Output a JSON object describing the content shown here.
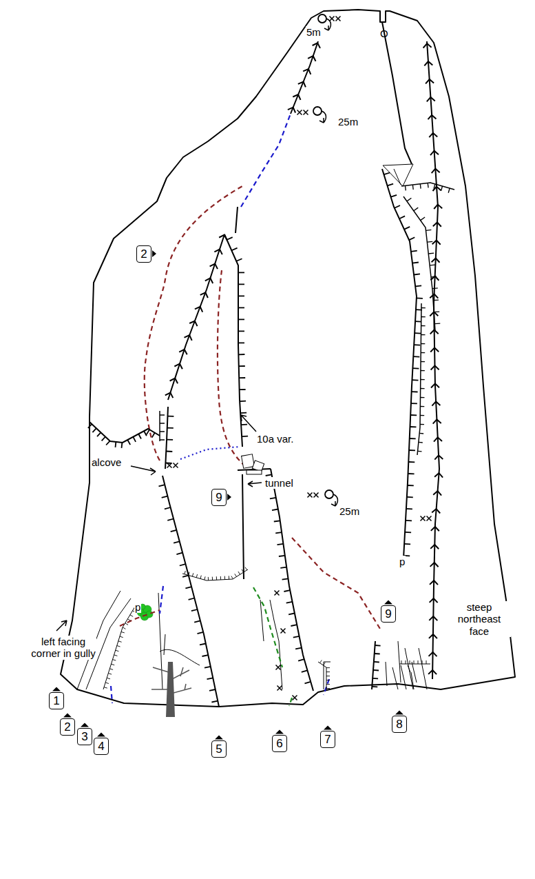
{
  "diagram": {
    "nodes": [
      {
        "text": [
          "2"
        ]
      },
      {
        "text": [
          "9"
        ]
      },
      {
        "text": [
          "9"
        ]
      },
      {
        "text": [
          "1"
        ]
      },
      {
        "text": [
          "2"
        ]
      },
      {
        "text": [
          "3"
        ]
      },
      {
        "text": [
          "4"
        ]
      },
      {
        "text": [
          "5"
        ]
      },
      {
        "text": [
          "6"
        ]
      },
      {
        "text": [
          "7"
        ]
      },
      {
        "text": [
          "8"
        ]
      }
    ],
    "labels": [
      "5m",
      "O",
      "25m",
      "10a var.",
      "tunnel",
      "alcove",
      "25m",
      "p",
      "p",
      "left facing corner in gully",
      "steep northeast face"
    ]
  }
}
